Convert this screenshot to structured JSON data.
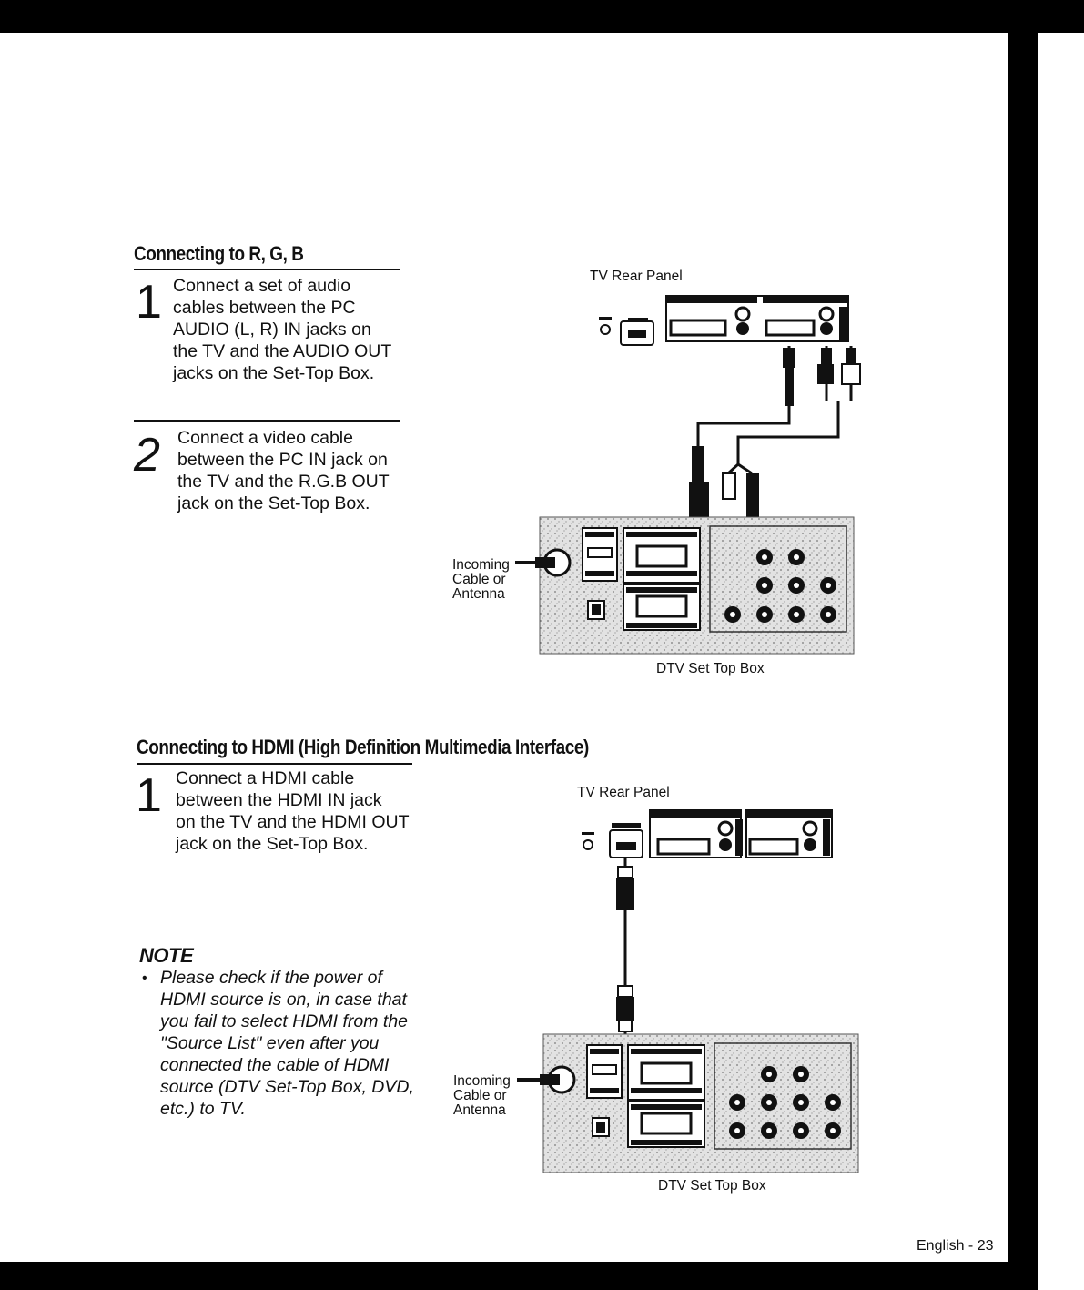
{
  "section_rgb": {
    "heading": "Connecting to R, G, B",
    "step1": {
      "number": "1",
      "text": "Connect a set of audio\ncables between the PC\nAUDIO (L, R) IN jacks on\nthe TV and the AUDIO OUT\njacks on the Set-Top Box."
    },
    "step2": {
      "number": "2",
      "text": "Connect a video cable\nbetween the PC IN jack on\nthe TV and the R.G.B OUT\njack on the Set-Top Box."
    },
    "figure": {
      "tv_label": "TV Rear Panel",
      "incoming_label": "Incoming\nCable or\nAntenna",
      "box_label": "DTV Set Top Box"
    }
  },
  "section_hdmi": {
    "heading": "Connecting to HDMI (High Definition Multimedia Interface)",
    "step1": {
      "number": "1",
      "text": "Connect a HDMI cable\nbetween the HDMI IN jack\non the TV and the HDMI OUT\njack on the Set-Top Box."
    },
    "note": {
      "title": "NOTE",
      "bullet": "•",
      "text": "Please check if the power of\nHDMI source is on, in case that\nyou fail to select HDMI from the\n\"Source List\" even after you\nconnected the cable of HDMI\nsource (DTV Set-Top Box, DVD,\netc.) to TV."
    },
    "figure": {
      "tv_label": "TV Rear Panel",
      "incoming_label": "Incoming\nCable or\nAntenna",
      "box_label": "DTV Set Top Box"
    }
  },
  "footer": {
    "page_label": "English - 23"
  }
}
